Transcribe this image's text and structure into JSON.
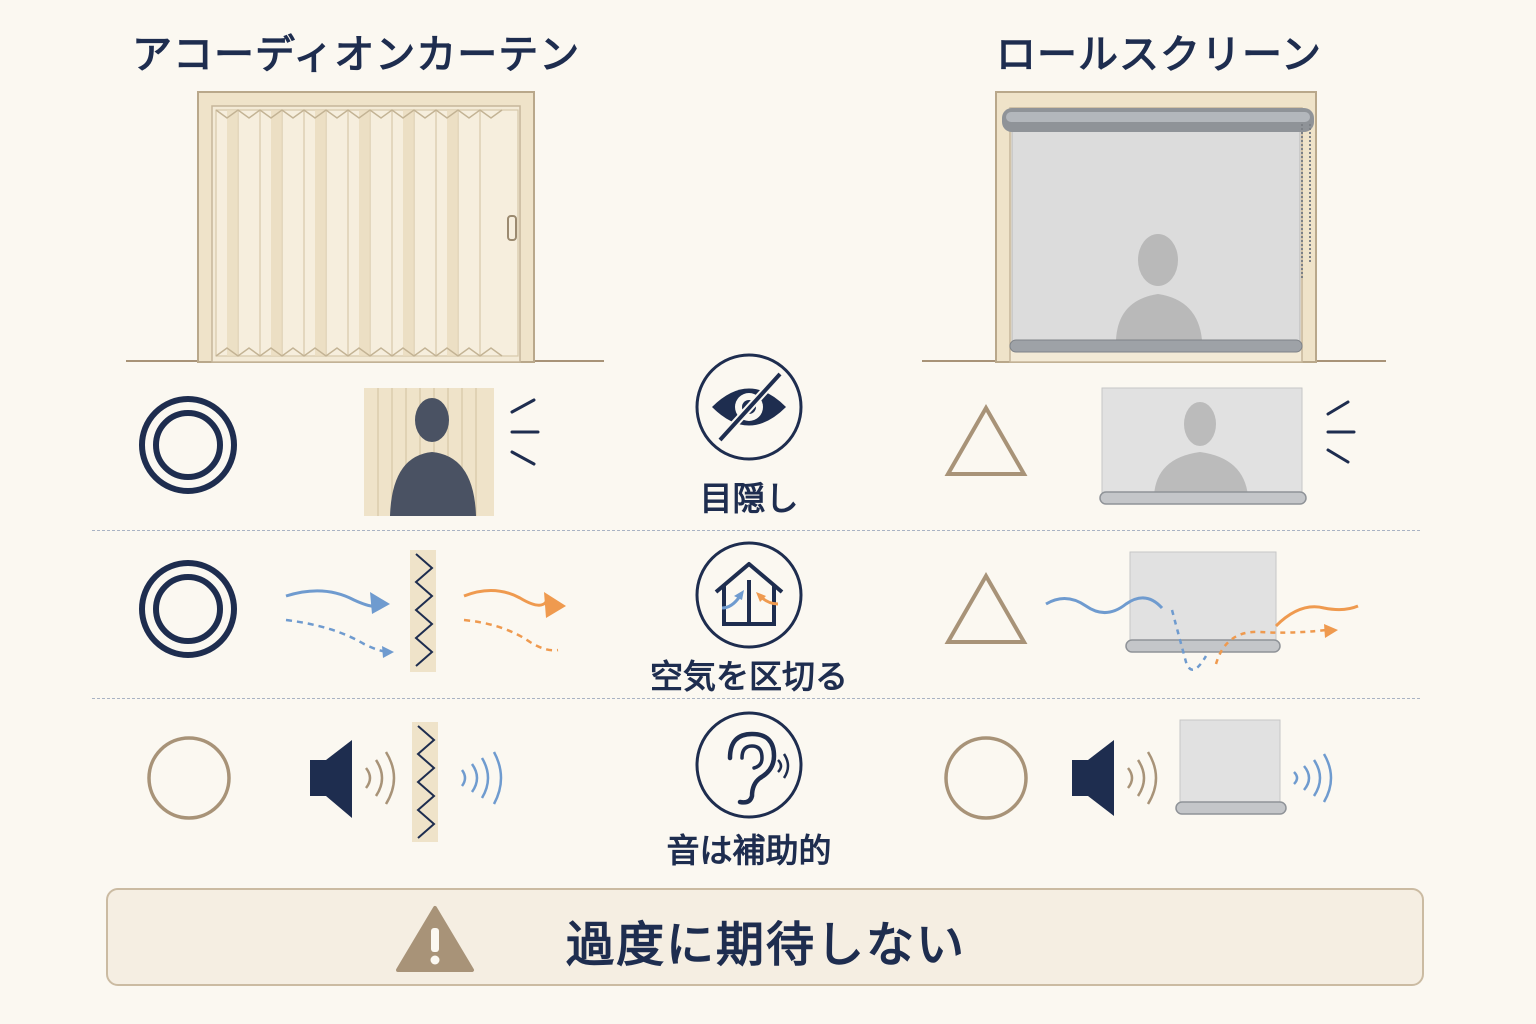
{
  "columns": {
    "left": {
      "title": "アコーディオンカーテン"
    },
    "right": {
      "title": "ロールスクリーン"
    }
  },
  "categories": [
    {
      "label": "目隠し",
      "icon": "eye-slash-icon",
      "left_rating": "◎",
      "right_rating": "△"
    },
    {
      "label": "空気を区切る",
      "icon": "house-airflow-icon",
      "left_rating": "◎",
      "right_rating": "△"
    },
    {
      "label": "音は補助的",
      "icon": "ear-icon",
      "left_rating": "○",
      "right_rating": "○"
    }
  ],
  "banner": {
    "icon": "warning-icon",
    "text": "過度に期待しない"
  },
  "colors": {
    "navy": "#1e2d4f",
    "tan": "#a89378",
    "blue_airflow": "#6f9bcf",
    "orange_airflow": "#ef9a4f",
    "background": "#fbf8f1"
  }
}
